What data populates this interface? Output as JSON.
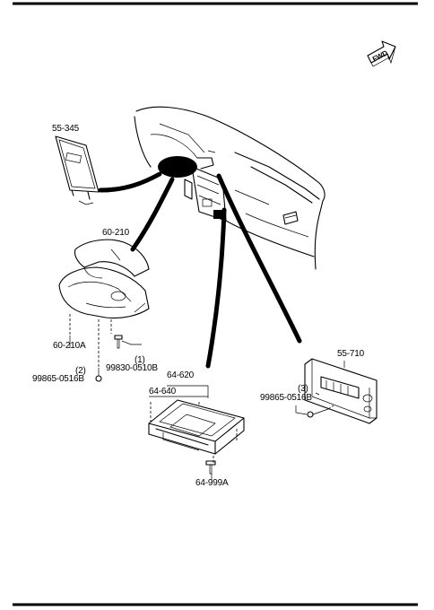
{
  "fwd_label": "FWD",
  "parts": {
    "p55_345": "55-345",
    "p60_210": "60-210",
    "p60_210a": "60-210A",
    "p99830_0510b": "99830-0510B",
    "p99865_0516b_left": "99865-0516B",
    "p64_620": "64-620",
    "p64_640": "64-640",
    "p64_999a": "64-999A",
    "p55_710": "55-710",
    "p99865_0516b_right": "99865-0516B"
  },
  "callouts": {
    "c1": "(1)",
    "c2": "(2)",
    "c3": "(3)"
  }
}
